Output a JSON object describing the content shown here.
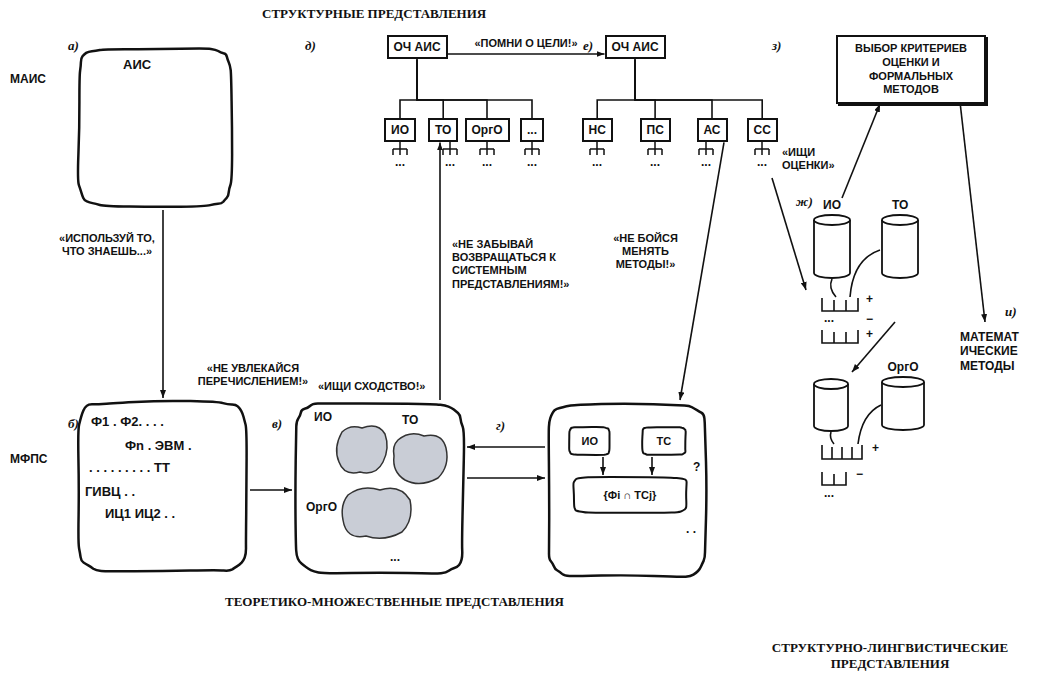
{
  "diagram": {
    "title": "СТРУКТУРНЫЕ ПРЕДСТАВЛЕНИЯ",
    "nodes": [
      {
        "text": [
          "АИС"
        ]
      },
      {
        "text": [
          "Ф1 . Ф2. . . .",
          "Фn . ЭВМ .",
          ". . . . . . . . . ТТ",
          "ГИВЦ . .",
          "ИЦ1 ИЦ2 . ."
        ]
      },
      {
        "text": [
          "ИО",
          "ТО",
          "ОргО",
          "..."
        ]
      },
      {
        "text": [
          "?",
          ". ."
        ]
      },
      {
        "text": [
          "ИО"
        ],
        "in": 3
      },
      {
        "text": [
          "ТС"
        ],
        "in": 3
      },
      {
        "text": [
          "{Фi ∩ ТСj}"
        ],
        "in": 3
      },
      {
        "text": [
          "ОЧ АИС"
        ]
      },
      {
        "text": [
          "ИО"
        ]
      },
      {
        "text": [
          "ТО"
        ]
      },
      {
        "text": [
          "ОргО"
        ]
      },
      {
        "text": [
          "..."
        ]
      },
      {
        "text": [
          "ОЧ АИС"
        ]
      },
      {
        "text": [
          "НС"
        ]
      },
      {
        "text": [
          "ПС"
        ]
      },
      {
        "text": [
          "АС"
        ]
      },
      {
        "text": [
          "СС"
        ]
      },
      {
        "text": [
          "ВЫБОР КРИТЕРИЕВ ОЦЕНКИ И ФОРМАЛЬНЫХ МЕТОДОВ"
        ]
      },
      {
        "text": [
          "ИО"
        ]
      },
      {
        "text": [
          "ТО"
        ]
      },
      {
        "text": [
          "ОргО"
        ]
      }
    ],
    "edges": [
      {
        "from": 0,
        "to": 1,
        "arrow": "to",
        "label": "«ИСПОЛЬЗУЙ ТО, ЧТО ЗНАЕШЬ...»"
      },
      {
        "from": 1,
        "to": 2,
        "arrow": "to"
      },
      {
        "from": 2,
        "to": 3,
        "arrow": "to"
      },
      {
        "from": 3,
        "to": 2,
        "arrow": "to"
      },
      {
        "from": 4,
        "to": 6,
        "arrow": "to"
      },
      {
        "from": 5,
        "to": 6,
        "arrow": "to"
      },
      {
        "from": 2,
        "to": 9,
        "arrow": "to"
      },
      {
        "from": 7,
        "to": 8,
        "arrow": "none"
      },
      {
        "from": 7,
        "to": 9,
        "arrow": "none"
      },
      {
        "from": 7,
        "to": 10,
        "arrow": "none"
      },
      {
        "from": 7,
        "to": 11,
        "arrow": "none"
      },
      {
        "from": 7,
        "to": 12,
        "arrow": "to",
        "label": "«ПОМНИ О ЦЕЛИ!»"
      },
      {
        "from": 12,
        "to": 13,
        "arrow": "none"
      },
      {
        "from": 12,
        "to": 14,
        "arrow": "none"
      },
      {
        "from": 12,
        "to": 15,
        "arrow": "none"
      },
      {
        "from": 12,
        "to": 16,
        "arrow": "none"
      },
      {
        "from": 15,
        "to": 3,
        "arrow": "to"
      },
      {
        "from": 18,
        "to": 17,
        "arrow": "to"
      }
    ],
    "labels": [
      "а)",
      "МАИС",
      "«НЕ УВЛЕКАЙСЯ ПЕРЕЧИСЛЕНИЕМ!»",
      "б)",
      "МФПС",
      "в)",
      "«ИЩИ СХОДСТВО!»",
      "г)",
      "д)",
      "...",
      "...",
      "...",
      "...",
      "«НЕ ЗАБЫВАЙ ВОЗВРАЩАТЬСЯ К СИСТЕМНЫМ ПРЕДСТАВЛЕНИЯМ!»",
      "е)",
      "...",
      "...",
      "...",
      "...",
      "«ИЩИ ОЦЕНКИ»",
      "«НЕ БОЙСЯ МЕНЯТЬ МЕТОДЫ!»",
      "з)",
      "ж)",
      "+",
      "...",
      "−",
      "+",
      "+",
      "−",
      "...",
      "и)",
      "МАТЕМАТИЧЕСКИЕ МЕТОДЫ",
      "ТЕОРЕТИКО-МНОЖЕСТВЕННЫЕ ПРЕДСТАВЛЕНИЯ",
      "СТРУКТУРНО-ЛИНГВИСТИЧЕСКИЕ ПРЕДСТАВЛЕНИЯ"
    ]
  }
}
